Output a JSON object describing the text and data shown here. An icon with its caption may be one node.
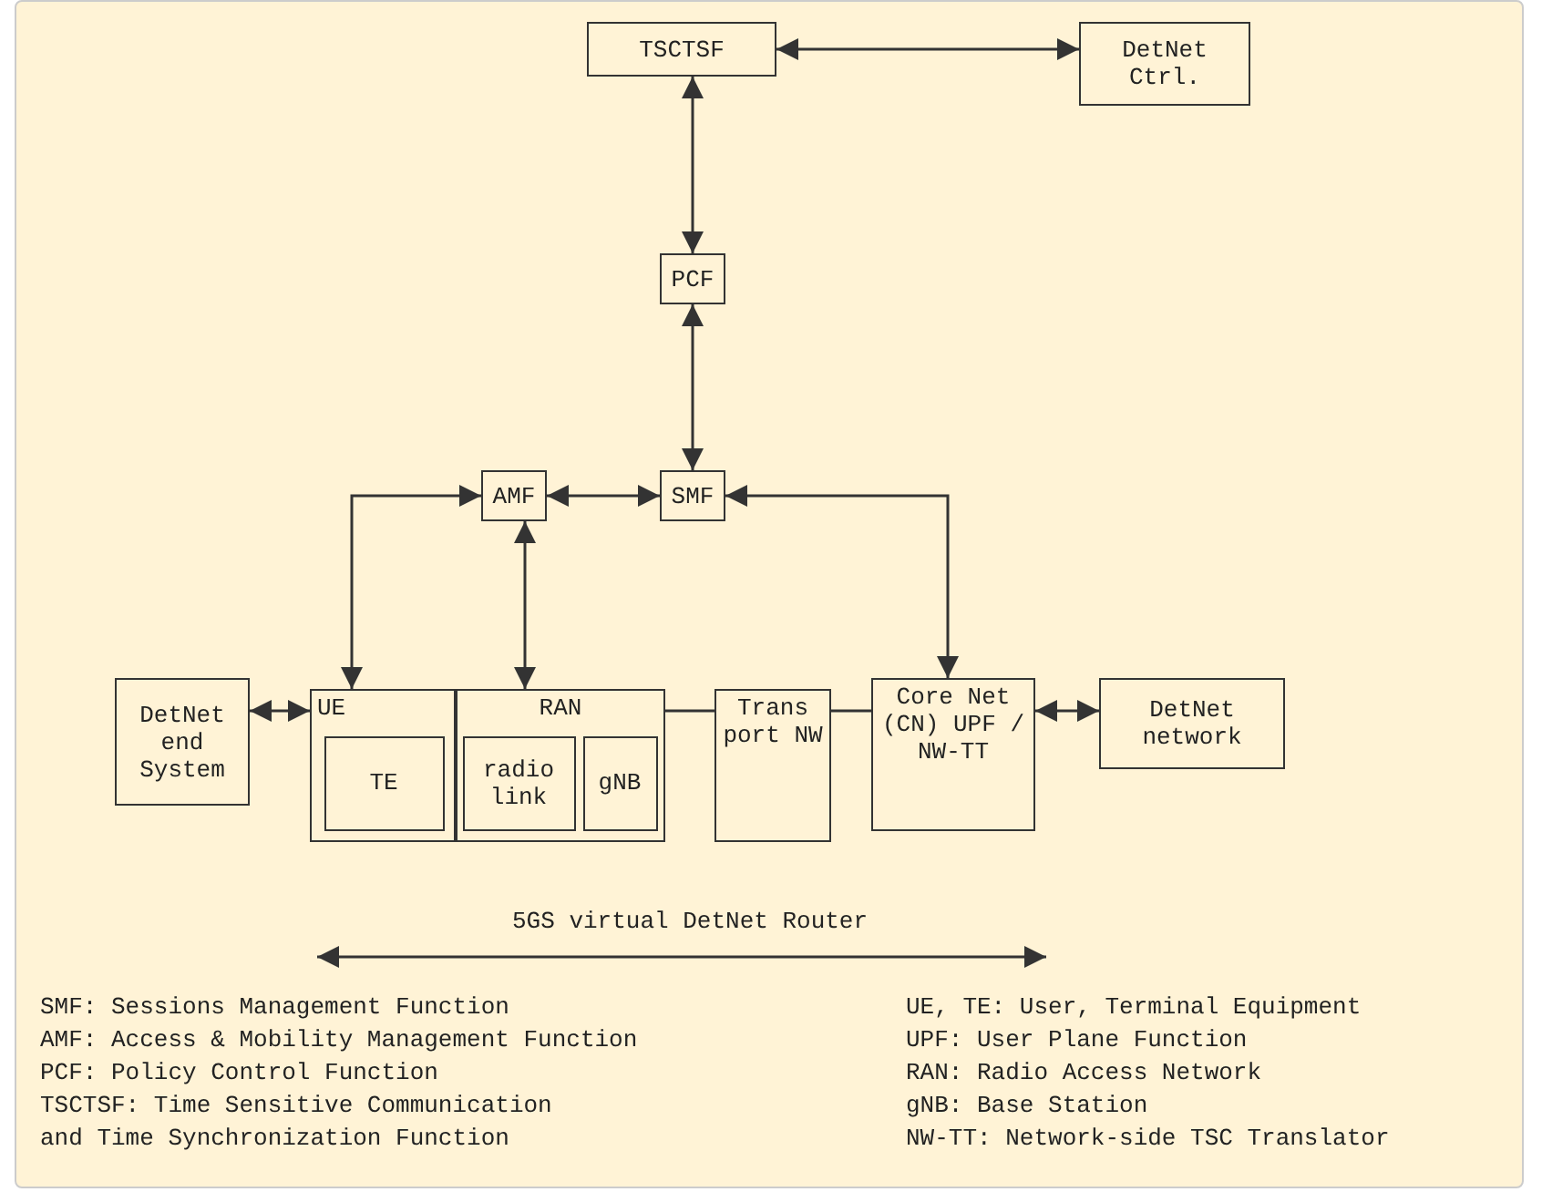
{
  "diagram": {
    "nodes": [
      {
        "text": [
          "TSCTSF"
        ]
      },
      {
        "text": [
          "DetNet Ctrl."
        ]
      },
      {
        "text": [
          "PCF"
        ]
      },
      {
        "text": [
          "AMF"
        ]
      },
      {
        "text": [
          "SMF"
        ]
      },
      {
        "text": [
          "DetNet end System"
        ]
      },
      {
        "text": [
          "UE"
        ]
      },
      {
        "text": [
          "TE"
        ],
        "in": 6
      },
      {
        "text": [
          "RAN"
        ]
      },
      {
        "text": [
          "radio link"
        ],
        "in": 8
      },
      {
        "text": [
          "gNB"
        ],
        "in": 8
      },
      {
        "text": [
          "Trans port NW"
        ]
      },
      {
        "text": [
          "Core Net (CN) UPF / NW-TT"
        ]
      },
      {
        "text": [
          "DetNet network"
        ]
      }
    ],
    "edges": [
      {
        "from": 0,
        "to": 1,
        "arrow": "both"
      },
      {
        "from": 0,
        "to": 2,
        "arrow": "both"
      },
      {
        "from": 2,
        "to": 4,
        "arrow": "both"
      },
      {
        "from": 3,
        "to": 4,
        "arrow": "both"
      },
      {
        "from": 4,
        "to": 12,
        "arrow": "both"
      },
      {
        "from": 3,
        "to": 6,
        "arrow": "both"
      },
      {
        "from": 3,
        "to": 8,
        "arrow": "both"
      },
      {
        "from": 5,
        "to": 6,
        "arrow": "both"
      },
      {
        "from": 8,
        "to": 11,
        "arrow": "none"
      },
      {
        "from": 11,
        "to": 12,
        "arrow": "none"
      },
      {
        "from": 12,
        "to": 13,
        "arrow": "both"
      }
    ],
    "labels": [
      "5GS virtual DetNet Router",
      "SMF: Sessions Management Function",
      "UE, TE: User, Terminal Equipment",
      "AMF: Access & Mobility Management Function",
      "UPF: User Plane Function",
      "PCF: Policy Control Function",
      "RAN: Radio Access Network",
      "TSCTSF: Time Sensitive Communication",
      "gNB: Base Station",
      "and Time Synchronization Function",
      "NW-TT: Network-side TSC Translator"
    ]
  }
}
